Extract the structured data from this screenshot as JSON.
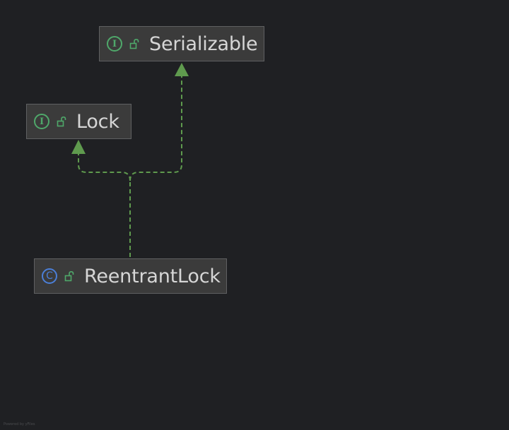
{
  "diagram": {
    "nodes": [
      {
        "id": "serializable",
        "kind": "interface",
        "kind_icon": "interface-icon",
        "kind_glyph": "I",
        "visibility_icon": "unlocked-icon",
        "label": "Serializable"
      },
      {
        "id": "lock",
        "kind": "interface",
        "kind_icon": "interface-icon",
        "kind_glyph": "I",
        "visibility_icon": "unlocked-icon",
        "label": "Lock"
      },
      {
        "id": "reentrantlock",
        "kind": "class",
        "kind_icon": "class-icon",
        "kind_glyph": "C",
        "visibility_icon": "unlocked-icon",
        "label": "ReentrantLock"
      }
    ],
    "edges": [
      {
        "from": "reentrantlock",
        "to": "lock",
        "style": "dashed",
        "relation": "implements"
      },
      {
        "from": "reentrantlock",
        "to": "serializable",
        "style": "dashed",
        "relation": "implements"
      }
    ],
    "colors": {
      "background": "#1f2023",
      "node_fill": "#3b3b3b",
      "node_border": "#5f6062",
      "label": "#d6d6d6",
      "interface_icon": "#4fa86a",
      "class_icon": "#4b7fd8",
      "edge": "#5f9a4e"
    },
    "watermark": "Powered by yFiles"
  }
}
